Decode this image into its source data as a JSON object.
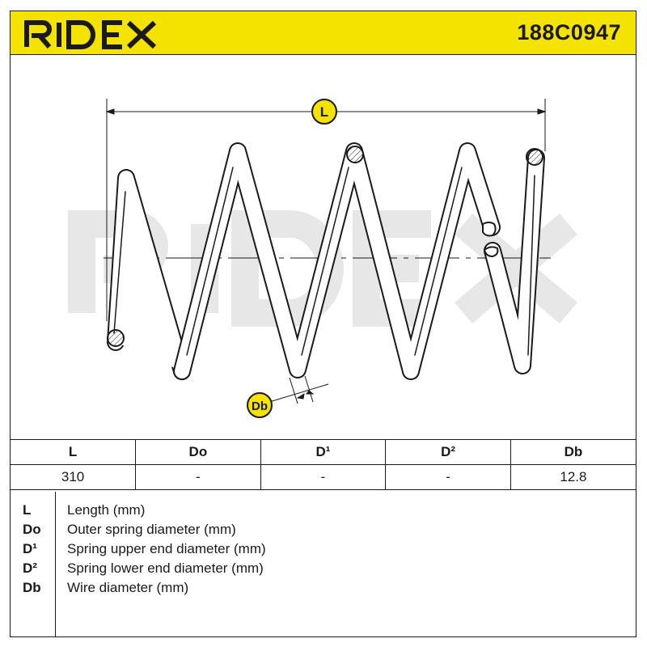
{
  "header": {
    "brand": "RIDEX",
    "code": "188C0947",
    "background": "#f4e200"
  },
  "diagram": {
    "length_label": "L",
    "wire_label": "Db",
    "watermark": "RIDEX",
    "marker_color": "#f4e200"
  },
  "table": {
    "headers": [
      "L",
      "Do",
      "D¹",
      "D²",
      "Db"
    ],
    "values": [
      "310",
      "-",
      "-",
      "-",
      "12.8"
    ]
  },
  "legend": [
    {
      "key": "L",
      "desc": "Length (mm)"
    },
    {
      "key": "Do",
      "desc": "Outer spring diameter (mm)"
    },
    {
      "key": "D¹",
      "desc": "Spring upper end diameter (mm)"
    },
    {
      "key": "D²",
      "desc": "Spring lower end diameter (mm)"
    },
    {
      "key": "Db",
      "desc": "Wire diameter (mm)"
    }
  ]
}
